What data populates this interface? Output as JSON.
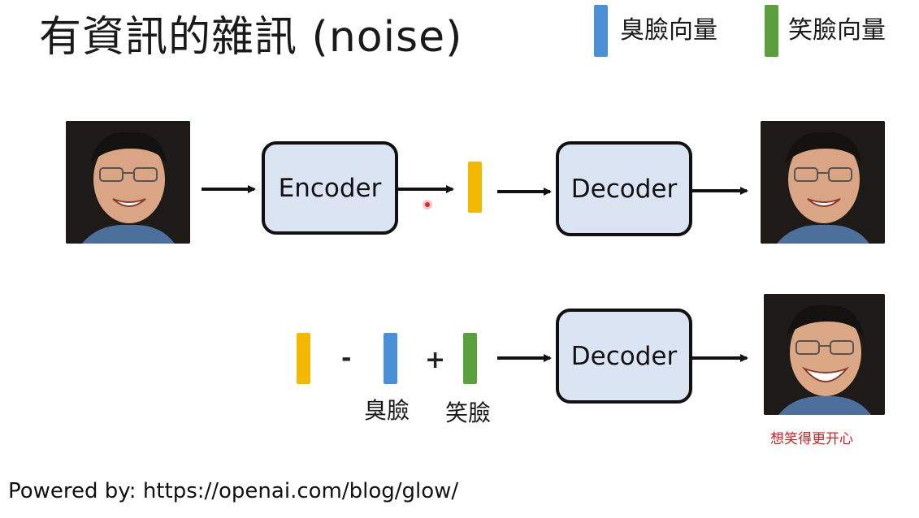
{
  "title": "有資訊的雜訊 (noise)",
  "legend": [
    {
      "label": "臭臉向量",
      "color": "#4a90d9"
    },
    {
      "label": "笑臉向量",
      "color": "#5aa03c"
    }
  ],
  "top_row": {
    "encoder_label": "Encoder",
    "decoder_label": "Decoder",
    "latent_color": "#f5b800"
  },
  "bottom_row": {
    "minus": "-",
    "plus": "+",
    "frown_label": "臭臉",
    "smile_label": "笑臉",
    "decoder_label": "Decoder",
    "caption": "想笑得更开心"
  },
  "footer": "Powered by: https://openai.com/blog/glow/"
}
